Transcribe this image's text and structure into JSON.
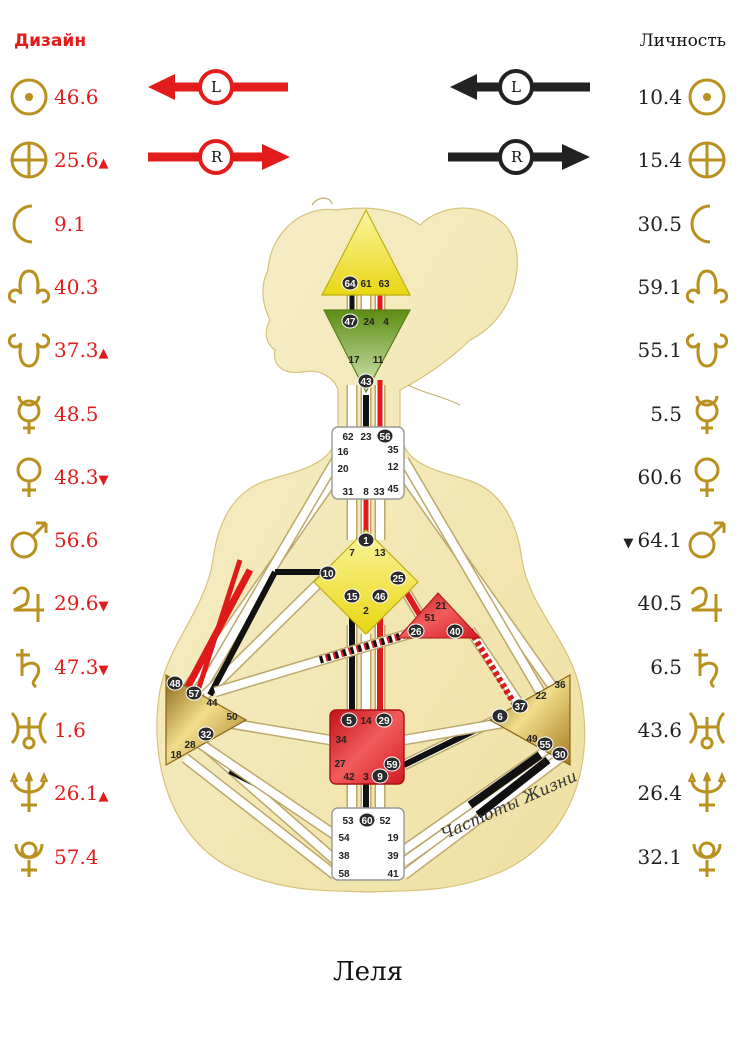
{
  "header": {
    "design_label": "Дизайн",
    "personality_label": "Личность"
  },
  "arrows": {
    "design_top": "L",
    "design_bottom": "R",
    "personality_top": "L",
    "personality_bottom": "R"
  },
  "planets": [
    {
      "icon": "sun-icon",
      "design": "46.6",
      "design_mark": "",
      "personality": "10.4",
      "personality_mark": ""
    },
    {
      "icon": "earth-icon",
      "design": "25.6",
      "design_mark": "▲",
      "personality": "15.4",
      "personality_mark": ""
    },
    {
      "icon": "moon-icon",
      "design": "9.1",
      "design_mark": "",
      "personality": "30.5",
      "personality_mark": ""
    },
    {
      "icon": "north-node-icon",
      "design": "40.3",
      "design_mark": "",
      "personality": "59.1",
      "personality_mark": ""
    },
    {
      "icon": "south-node-icon",
      "design": "37.3",
      "design_mark": "▲",
      "personality": "55.1",
      "personality_mark": ""
    },
    {
      "icon": "mercury-icon",
      "design": "48.5",
      "design_mark": "",
      "personality": "5.5",
      "personality_mark": ""
    },
    {
      "icon": "venus-icon",
      "design": "48.3",
      "design_mark": "▼",
      "personality": "60.6",
      "personality_mark": ""
    },
    {
      "icon": "mars-icon",
      "design": "56.6",
      "design_mark": "",
      "personality": "64.1",
      "personality_mark": "▼"
    },
    {
      "icon": "jupiter-icon",
      "design": "29.6",
      "design_mark": "▼",
      "personality": "40.5",
      "personality_mark": ""
    },
    {
      "icon": "saturn-icon",
      "design": "47.3",
      "design_mark": "▼",
      "personality": "6.5",
      "personality_mark": ""
    },
    {
      "icon": "uranus-icon",
      "design": "1.6",
      "design_mark": "",
      "personality": "43.6",
      "personality_mark": ""
    },
    {
      "icon": "neptune-icon",
      "design": "26.1",
      "design_mark": "▲",
      "personality": "26.4",
      "personality_mark": ""
    },
    {
      "icon": "pluto-icon",
      "design": "57.4",
      "design_mark": "",
      "personality": "32.1",
      "personality_mark": ""
    }
  ],
  "colors": {
    "design": "#e21b1b",
    "personality": "#111111",
    "gold": "#c9a227",
    "body": "#f3e7b5",
    "head": "#f2e21a",
    "ajna": "#6e9e1a",
    "ego": "#e2262b",
    "sacral": "#e2262b",
    "g": "#f2e21a"
  },
  "centers": {
    "head": [
      "64",
      "61",
      "63"
    ],
    "ajna": [
      "47",
      "24",
      "4",
      "17",
      "11",
      "43"
    ],
    "throat": [
      "62",
      "23",
      "56",
      "16",
      "35",
      "20",
      "12",
      "31",
      "8",
      "33",
      "45"
    ],
    "g": [
      "1",
      "7",
      "13",
      "10",
      "25",
      "15",
      "46",
      "2"
    ],
    "ego": [
      "21",
      "51",
      "26",
      "40"
    ],
    "sacral": [
      "5",
      "14",
      "29",
      "34",
      "27",
      "42",
      "3",
      "9",
      "59"
    ],
    "spleen": [
      "48",
      "57",
      "44",
      "50",
      "32",
      "28",
      "18"
    ],
    "solar_plexus": [
      "36",
      "22",
      "37",
      "6",
      "49",
      "55",
      "30"
    ],
    "root": [
      "53",
      "60",
      "52",
      "54",
      "19",
      "38",
      "39",
      "58",
      "41"
    ]
  },
  "signature": "Частоты Жизни",
  "name": "Леля"
}
